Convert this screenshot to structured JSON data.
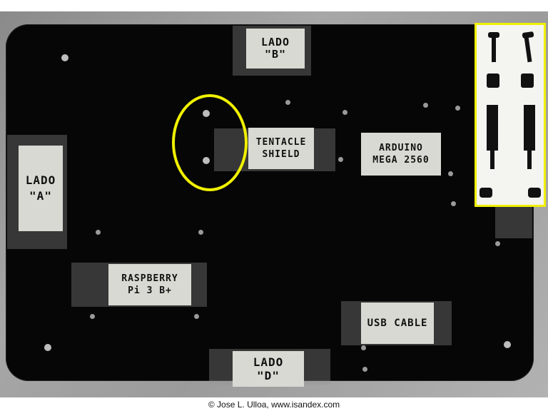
{
  "labels": {
    "lado_b": "LADO\n\"B\"",
    "lado_a": "LADO\n\"A\"",
    "lado_d": "LADO\n\"D\"",
    "tentacle": "TENTACLE\nSHIELD",
    "arduino": "ARDUINO\nMEGA 2560",
    "raspberry": "RASPBERRY\nPi 3 B+",
    "usb": "USB CABLE"
  },
  "caption": "© Jose L. Ulloa, www.isandex.com",
  "colors": {
    "highlight": "#f0f000",
    "board": "#060606"
  }
}
